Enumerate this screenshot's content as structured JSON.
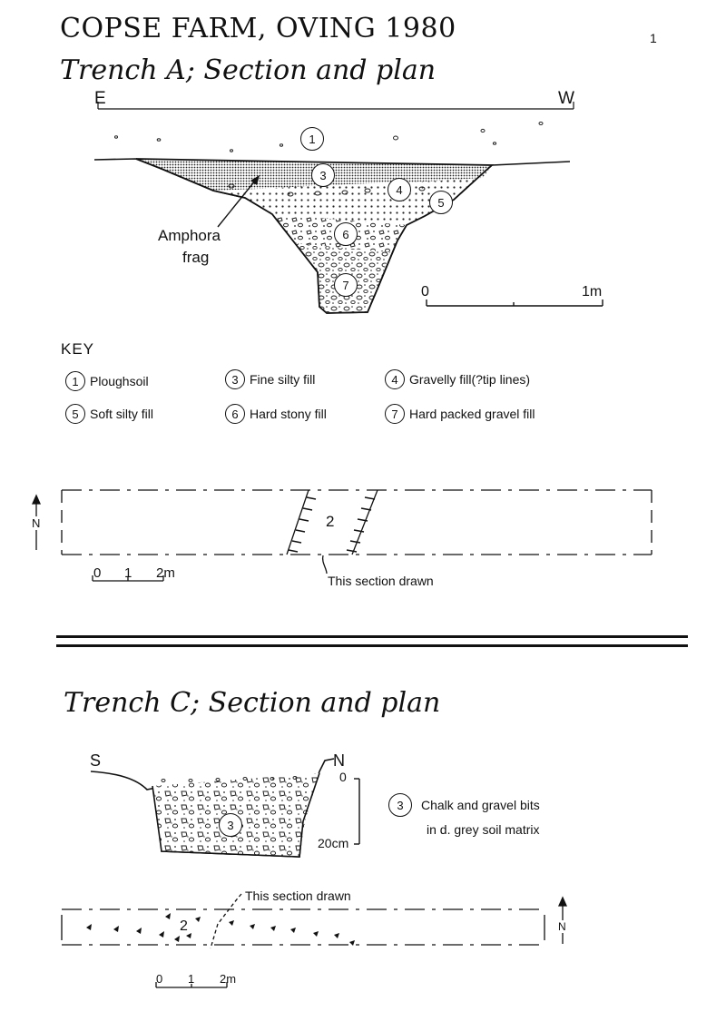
{
  "header": {
    "title": "COPSE FARM, OVING 1980",
    "page_number": "1",
    "trench_a_heading": "Trench A; Section and plan",
    "trench_c_heading": "Trench C; Section and plan"
  },
  "trench_a": {
    "section": {
      "left_label": "E",
      "right_label": "W",
      "layer_numbers": [
        "1",
        "3",
        "4",
        "5",
        "6",
        "7"
      ],
      "annotation_line1": "Amphora",
      "annotation_line2": "frag",
      "scale_start": "0",
      "scale_end": "1m"
    },
    "key": {
      "title": "KEY",
      "items": [
        {
          "num": "1",
          "label": "Ploughsoil"
        },
        {
          "num": "3",
          "label": "Fine silty fill"
        },
        {
          "num": "4",
          "label": "Gravelly fill(?tip lines)"
        },
        {
          "num": "5",
          "label": "Soft silty fill"
        },
        {
          "num": "6",
          "label": "Hard stony fill"
        },
        {
          "num": "7",
          "label": "Hard packed gravel fill"
        }
      ]
    },
    "plan": {
      "feature_number": "2",
      "north_label": "N",
      "section_note": "This section drawn",
      "scale_labels": [
        "0",
        "1",
        "2m"
      ]
    }
  },
  "trench_c": {
    "section": {
      "left_label": "S",
      "right_label": "N",
      "layer_number": "3",
      "depth_top": "0",
      "depth_bottom": "20cm",
      "legend_num": "3",
      "legend_line1": "Chalk and gravel bits",
      "legend_line2": "in d. grey soil matrix"
    },
    "plan": {
      "feature_number": "2",
      "north_label": "N",
      "section_note": "This section drawn",
      "scale_labels": [
        "0",
        "1",
        "2m"
      ]
    }
  }
}
